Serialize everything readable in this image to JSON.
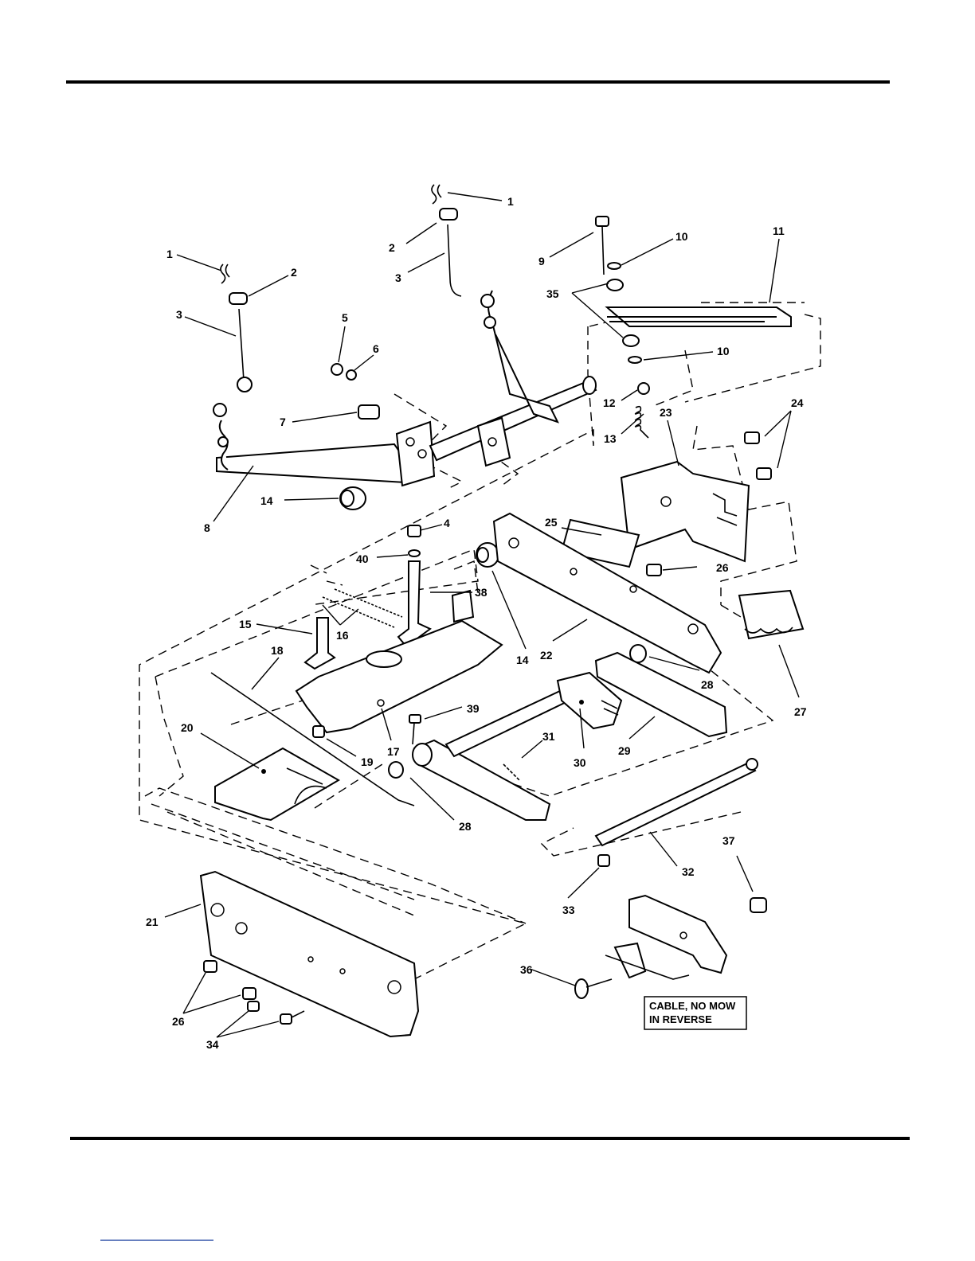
{
  "callouts": {
    "c1a": "1",
    "c1b": "1",
    "c2a": "2",
    "c2b": "2",
    "c3a": "3",
    "c3b": "3",
    "c4": "4",
    "c5": "5",
    "c6": "6",
    "c7": "7",
    "c8": "8",
    "c9": "9",
    "c10a": "10",
    "c10b": "10",
    "c11": "11",
    "c12": "12",
    "c13": "13",
    "c14a": "14",
    "c14b": "14",
    "c15": "15",
    "c16": "16",
    "c17": "17",
    "c18": "18",
    "c19": "19",
    "c20": "20",
    "c21": "21",
    "c22": "22",
    "c23": "23",
    "c24": "24",
    "c25": "25",
    "c26a": "26",
    "c26b": "26",
    "c27": "27",
    "c28a": "28",
    "c28b": "28",
    "c29": "29",
    "c30": "30",
    "c31": "31",
    "c32": "32",
    "c33": "33",
    "c34": "34",
    "c35": "35",
    "c36": "36",
    "c37": "37",
    "c38": "38",
    "c39": "39",
    "c40": "40"
  },
  "note": {
    "line1": "CABLE, NO MOW",
    "line2": "IN REVERSE"
  },
  "colors": {
    "ink": "#000000",
    "paper": "#ffffff",
    "link_underline": "#3355aa"
  }
}
